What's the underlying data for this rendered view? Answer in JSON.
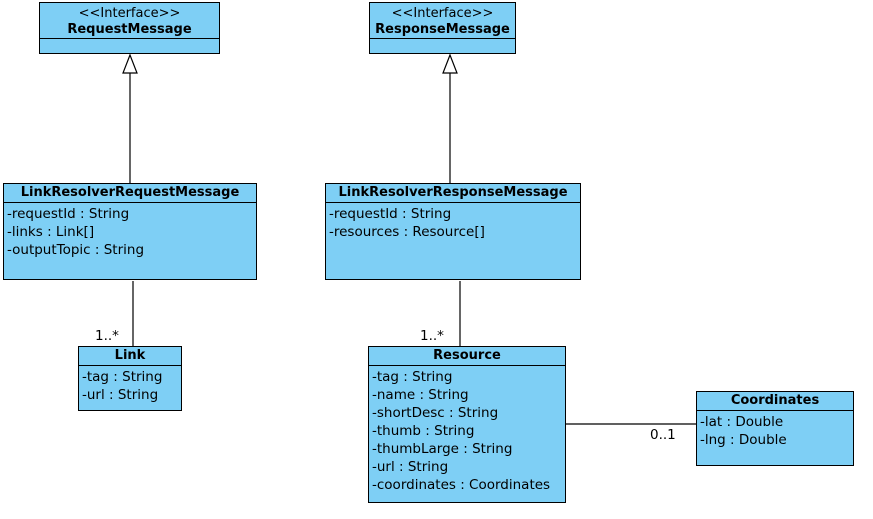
{
  "classes": {
    "request_message": {
      "stereotype": "<<Interface>>",
      "name": "RequestMessage",
      "attributes": []
    },
    "response_message": {
      "stereotype": "<<Interface>>",
      "name": "ResponseMessage",
      "attributes": []
    },
    "link_resolver_request_message": {
      "name": "LinkResolverRequestMessage",
      "attributes": [
        "-requestId : String",
        "-links : Link[]",
        "-outputTopic : String"
      ]
    },
    "link_resolver_response_message": {
      "name": "LinkResolverResponseMessage",
      "attributes": [
        "-requestId : String",
        "-resources : Resource[]"
      ]
    },
    "link": {
      "name": "Link",
      "attributes": [
        "-tag : String",
        "-url : String"
      ]
    },
    "resource": {
      "name": "Resource",
      "attributes": [
        "-tag : String",
        "-name : String",
        "-shortDesc : String",
        "-thumb : String",
        "-thumbLarge : String",
        "-url : String",
        "-coordinates : Coordinates"
      ]
    },
    "coordinates": {
      "name": "Coordinates",
      "attributes": [
        "-lat : Double",
        "-lng : Double"
      ]
    }
  },
  "relations": {
    "request_to_link_multiplicity": "1..*",
    "response_to_resource_multiplicity": "1..*",
    "resource_to_coordinates_multiplicity": "0..1"
  },
  "colors": {
    "class_fill": "#7ecff5",
    "border": "#000000"
  }
}
